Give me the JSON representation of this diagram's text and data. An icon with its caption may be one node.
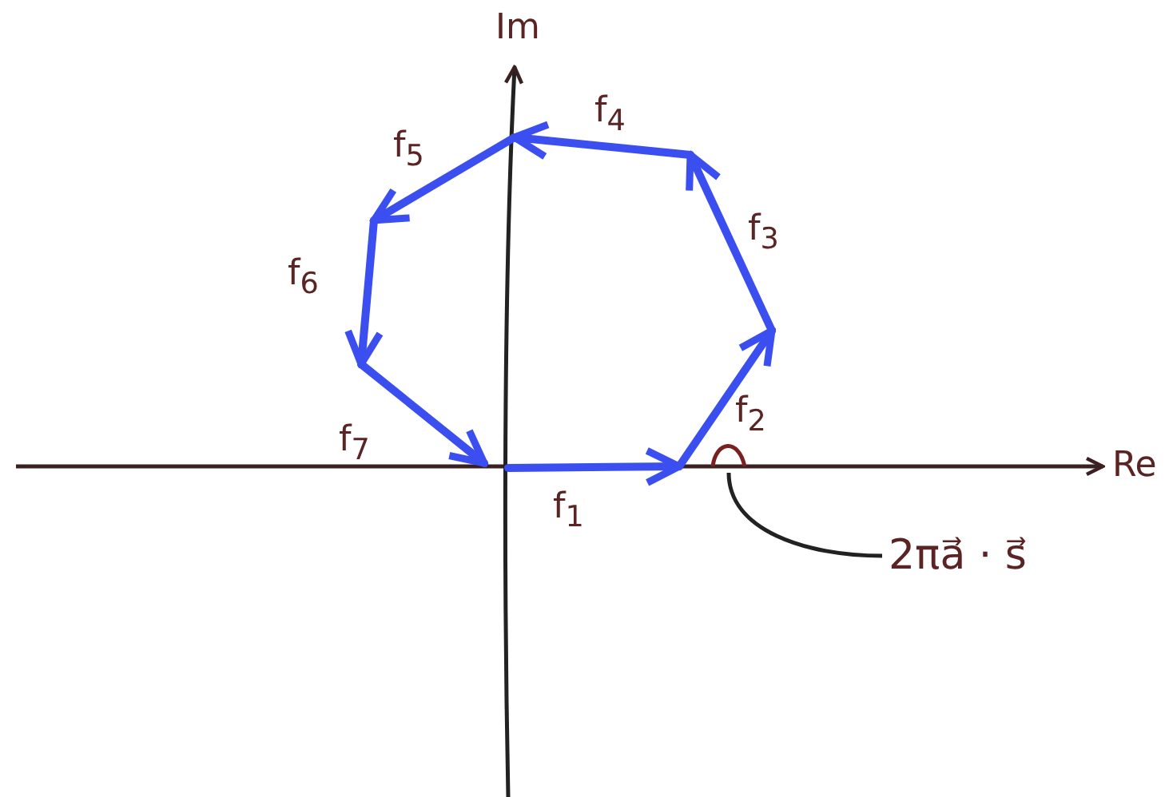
{
  "diagram": {
    "nodes": [
      {
        "text": [
          "2πa⃗ · s⃗"
        ]
      },
      {
        "text": [],
        "shape": "arc"
      }
    ],
    "edges": [
      {
        "from": 0,
        "to": 1,
        "arrow": "none"
      }
    ],
    "labels": [
      "Im",
      "f$_{4}$",
      "f$_{5}$",
      "f$_{3}$",
      "f$_{6}$",
      "f$_{2}$",
      "f$_{7}$",
      "Re",
      "f$_{1}$"
    ]
  }
}
